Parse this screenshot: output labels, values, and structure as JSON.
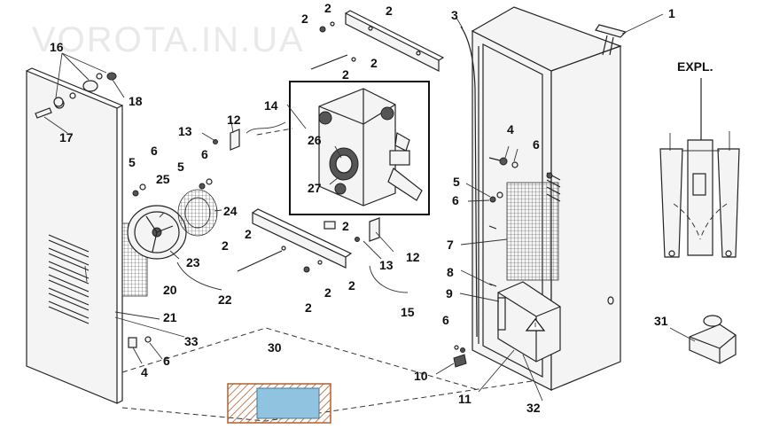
{
  "watermark": "VOROTA.IN.UA",
  "explode_view_label": "EXPL.",
  "callouts": [
    {
      "id": "c1",
      "text": "1"
    },
    {
      "id": "c2a",
      "text": "2"
    },
    {
      "id": "c2b",
      "text": "2"
    },
    {
      "id": "c2c",
      "text": "2"
    },
    {
      "id": "c2d",
      "text": "2"
    },
    {
      "id": "c2e",
      "text": "2"
    },
    {
      "id": "c2f",
      "text": "2"
    },
    {
      "id": "c2g",
      "text": "2"
    },
    {
      "id": "c2h",
      "text": "2"
    },
    {
      "id": "c2i",
      "text": "2"
    },
    {
      "id": "c2j",
      "text": "2"
    },
    {
      "id": "c3",
      "text": "3"
    },
    {
      "id": "c4a",
      "text": "4"
    },
    {
      "id": "c4b",
      "text": "4"
    },
    {
      "id": "c5a",
      "text": "5"
    },
    {
      "id": "c5b",
      "text": "5"
    },
    {
      "id": "c5c",
      "text": "5"
    },
    {
      "id": "c6a",
      "text": "6"
    },
    {
      "id": "c6b",
      "text": "6"
    },
    {
      "id": "c6c",
      "text": "6"
    },
    {
      "id": "c6d",
      "text": "6"
    },
    {
      "id": "c6e",
      "text": "6"
    },
    {
      "id": "c6f",
      "text": "6"
    },
    {
      "id": "c7",
      "text": "7"
    },
    {
      "id": "c8",
      "text": "8"
    },
    {
      "id": "c9",
      "text": "9"
    },
    {
      "id": "c10",
      "text": "10"
    },
    {
      "id": "c11",
      "text": "11"
    },
    {
      "id": "c12a",
      "text": "12"
    },
    {
      "id": "c12b",
      "text": "12"
    },
    {
      "id": "c13a",
      "text": "13"
    },
    {
      "id": "c13b",
      "text": "13"
    },
    {
      "id": "c14",
      "text": "14"
    },
    {
      "id": "c15",
      "text": "15"
    },
    {
      "id": "c16",
      "text": "16"
    },
    {
      "id": "c17",
      "text": "17"
    },
    {
      "id": "c18",
      "text": "18"
    },
    {
      "id": "c20",
      "text": "20"
    },
    {
      "id": "c21",
      "text": "21"
    },
    {
      "id": "c22",
      "text": "22"
    },
    {
      "id": "c23",
      "text": "23"
    },
    {
      "id": "c24",
      "text": "24"
    },
    {
      "id": "c25",
      "text": "25"
    },
    {
      "id": "c26",
      "text": "26"
    },
    {
      "id": "c27",
      "text": "27"
    },
    {
      "id": "c30",
      "text": "30"
    },
    {
      "id": "c31",
      "text": "31"
    },
    {
      "id": "c32",
      "text": "32"
    },
    {
      "id": "c33",
      "text": "33"
    }
  ],
  "colors": {
    "line": "#222222",
    "panel_fill": "#f4f4f4",
    "label_card": "#8fc3e0",
    "label_border": "#b06030"
  },
  "icons": {
    "hazard": "warning-triangle-icon"
  }
}
